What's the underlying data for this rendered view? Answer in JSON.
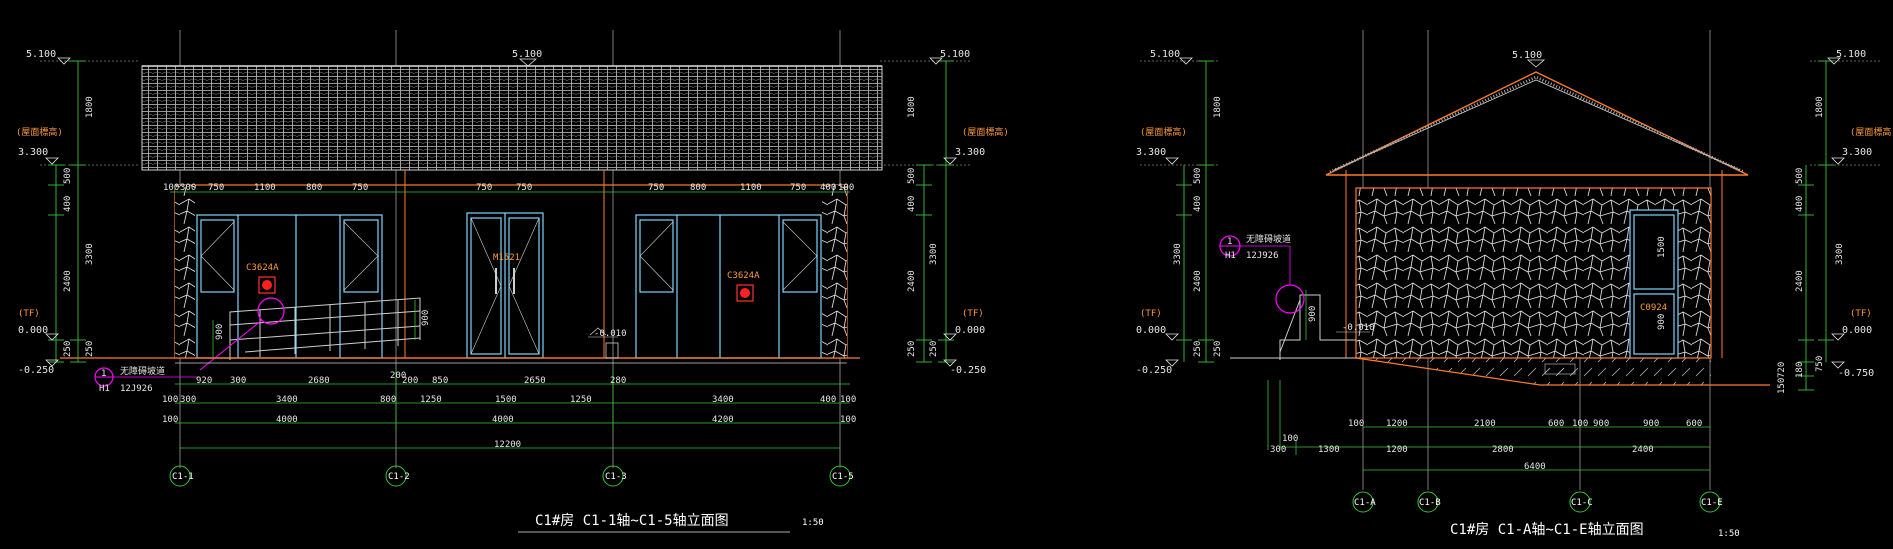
{
  "left_view": {
    "title": "C1#房 C1-1轴~C1-5轴立面图",
    "scale": "1:50",
    "top_level": "5.100",
    "level_left_top": "5.100",
    "level_right_top": "5.100",
    "level_mid": "3.300",
    "level_mid_note": "(屋面標高)",
    "level_ground": "0.000",
    "level_ground_note": "(TF)",
    "level_low": "-0.250",
    "level_step": "-0.010",
    "vert_dims_outer": [
      "1800",
      "3300",
      "250"
    ],
    "vert_dims_inner": [
      "500",
      "400",
      "2400",
      "250"
    ],
    "top_dims": [
      "100",
      "300",
      "750",
      "1100",
      "800",
      "750",
      "750",
      "750",
      "750",
      "800",
      "1100",
      "750",
      "400",
      "100"
    ],
    "window_tags": [
      "C3624A",
      "M1521",
      "C3624A"
    ],
    "railing_dim": "900",
    "bottom_row1": [
      "920",
      "300",
      "2680",
      "200",
      "850",
      "2650",
      "280"
    ],
    "bottom_row1_extra": "200",
    "bottom_row2": [
      "100",
      "300",
      "3400",
      "800",
      "1250",
      "1500",
      "1250",
      "3400",
      "400",
      "100"
    ],
    "bottom_row3": [
      "100",
      "4000",
      "4000",
      "4200",
      "100"
    ],
    "total": "12200",
    "axes": [
      "C1-1",
      "C1-2",
      "C1-3",
      "C1-5"
    ],
    "callout": {
      "num": "1",
      "code": "H1",
      "ref": "12J926",
      "note": "无障碍坡道"
    }
  },
  "right_view": {
    "title": "C1#房 C1-A轴~C1-E轴立面图",
    "scale": "1:50",
    "top_level": "5.100",
    "level_left_top": "5.100",
    "level_right_top": "5.100",
    "level_mid": "3.300",
    "level_mid_note": "(屋面標高)",
    "level_ground": "0.000",
    "level_ground_note": "(TF)",
    "level_low_left": "-0.250",
    "level_low_right": "-0.750",
    "level_step": "-0.010",
    "vert_dims_outer": [
      "1800",
      "3300",
      "250"
    ],
    "vert_dims_inner": [
      "500",
      "400",
      "2400",
      "250"
    ],
    "vert_dims_right_extra": [
      "720",
      "180",
      "150",
      "750"
    ],
    "window_tags": [
      "C0924"
    ],
    "window_dims": [
      "1500",
      "900"
    ],
    "railing_dim": "900",
    "bottom_row1": [
      "100",
      "1200",
      "2100",
      "600",
      "100",
      "900",
      "900",
      "600"
    ],
    "bottom_row2_left": [
      "100",
      "300",
      "1300"
    ],
    "bottom_row2": [
      "1200",
      "2800",
      "2400"
    ],
    "total": "6400",
    "axes": [
      "C1-A",
      "C1-B",
      "C1-C",
      "C1-E"
    ],
    "callout": {
      "num": "1",
      "code": "H1",
      "ref": "12J926",
      "note": "无障碍坡道"
    }
  },
  "colors": {
    "background": "#000000",
    "dim_line": "#35c535",
    "roof": "#d0d0d0",
    "wall_outline": "#ff7a2e",
    "window": "#7fd4ff",
    "callout": "#ff00ff",
    "text": "#e6e6e6",
    "tag": "#ff3333"
  }
}
